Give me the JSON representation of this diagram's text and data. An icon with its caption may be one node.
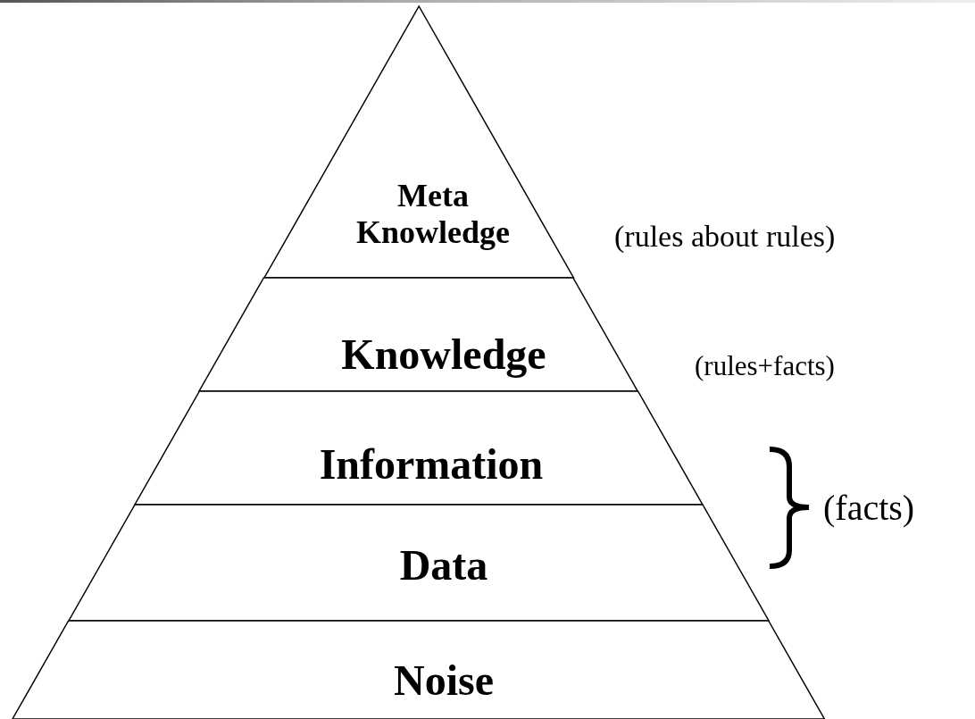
{
  "diagram": {
    "nodes": [
      {
        "text": [
          "Meta Knowledge"
        ],
        "beside": [
          "(rules about rules)"
        ]
      },
      {
        "text": [
          "Knowledge"
        ]
      },
      {
        "text": [
          "Information"
        ]
      },
      {
        "text": [
          "Data"
        ]
      },
      {
        "text": [
          "Noise"
        ]
      }
    ],
    "labels": [
      "(rules+facts)",
      "(facts)"
    ]
  }
}
